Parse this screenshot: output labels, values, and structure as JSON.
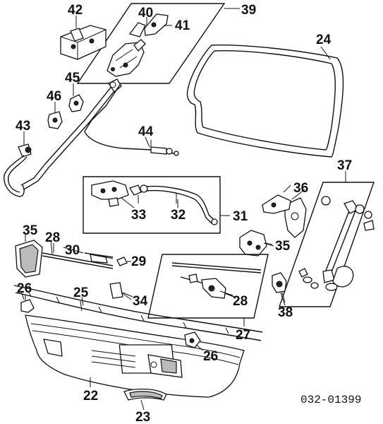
{
  "diagram": {
    "catalog_code": "032-01399",
    "callouts": [
      {
        "id": "42",
        "label": "42"
      },
      {
        "id": "40",
        "label": "40"
      },
      {
        "id": "41",
        "label": "41"
      },
      {
        "id": "39",
        "label": "39"
      },
      {
        "id": "24",
        "label": "24"
      },
      {
        "id": "45",
        "label": "45"
      },
      {
        "id": "46",
        "label": "46"
      },
      {
        "id": "43",
        "label": "43"
      },
      {
        "id": "44",
        "label": "44"
      },
      {
        "id": "37",
        "label": "37"
      },
      {
        "id": "36",
        "label": "36"
      },
      {
        "id": "33",
        "label": "33"
      },
      {
        "id": "32",
        "label": "32"
      },
      {
        "id": "31",
        "label": "31"
      },
      {
        "id": "35a",
        "label": "35"
      },
      {
        "id": "28a",
        "label": "28"
      },
      {
        "id": "30",
        "label": "30"
      },
      {
        "id": "29",
        "label": "29"
      },
      {
        "id": "35b",
        "label": "35"
      },
      {
        "id": "26a",
        "label": "26"
      },
      {
        "id": "25",
        "label": "25"
      },
      {
        "id": "34",
        "label": "34"
      },
      {
        "id": "28b",
        "label": "28"
      },
      {
        "id": "38",
        "label": "38"
      },
      {
        "id": "27",
        "label": "27"
      },
      {
        "id": "26b",
        "label": "26"
      },
      {
        "id": "22",
        "label": "22"
      },
      {
        "id": "23",
        "label": "23"
      }
    ]
  }
}
